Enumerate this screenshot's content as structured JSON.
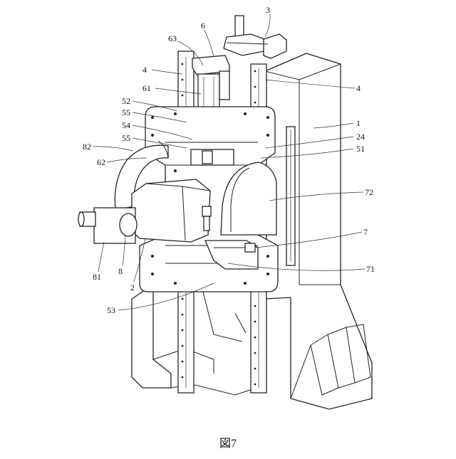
{
  "figure": {
    "caption": "図7",
    "labels": [
      {
        "id": "3",
        "text": "3"
      },
      {
        "id": "6",
        "text": "6"
      },
      {
        "id": "63",
        "text": "63"
      },
      {
        "id": "4a",
        "text": "4"
      },
      {
        "id": "61",
        "text": "61"
      },
      {
        "id": "4b",
        "text": "4"
      },
      {
        "id": "52",
        "text": "52"
      },
      {
        "id": "55a",
        "text": "55"
      },
      {
        "id": "54",
        "text": "54"
      },
      {
        "id": "55b",
        "text": "55"
      },
      {
        "id": "1",
        "text": "1"
      },
      {
        "id": "24",
        "text": "24"
      },
      {
        "id": "82",
        "text": "82"
      },
      {
        "id": "51",
        "text": "51"
      },
      {
        "id": "62",
        "text": "62"
      },
      {
        "id": "72",
        "text": "72"
      },
      {
        "id": "7",
        "text": "7"
      },
      {
        "id": "81",
        "text": "81"
      },
      {
        "id": "8",
        "text": "8"
      },
      {
        "id": "2",
        "text": "2"
      },
      {
        "id": "71",
        "text": "71"
      },
      {
        "id": "53",
        "text": "53"
      }
    ]
  }
}
